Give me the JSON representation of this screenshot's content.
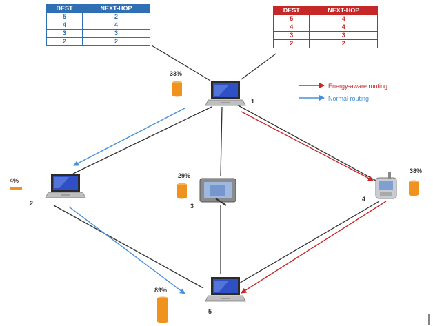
{
  "tables": {
    "normal": {
      "headers": [
        "DEST",
        "NEXT-HOP"
      ],
      "rows": [
        [
          "5",
          "2"
        ],
        [
          "4",
          "4"
        ],
        [
          "3",
          "3"
        ],
        [
          "2",
          "2"
        ]
      ]
    },
    "energy": {
      "headers": [
        "DEST",
        "NEXT-HOP"
      ],
      "rows": [
        [
          "5",
          "4"
        ],
        [
          "4",
          "4"
        ],
        [
          "3",
          "3"
        ],
        [
          "2",
          "2"
        ]
      ]
    }
  },
  "legend": {
    "energy_label": "Energy-aware routing",
    "normal_label": "Normal routing"
  },
  "nodes": {
    "n1": {
      "id": "1",
      "battery": "33%",
      "battery_level": 0.33
    },
    "n2": {
      "id": "2",
      "battery": "4%",
      "battery_level": 0.04
    },
    "n3": {
      "id": "3",
      "battery": "29%",
      "battery_level": 0.29
    },
    "n4": {
      "id": "4",
      "battery": "38%",
      "battery_level": 0.38
    },
    "n5": {
      "id": "5",
      "battery": "89%",
      "battery_level": 0.89
    }
  },
  "colors": {
    "energy": "#c62828",
    "normal": "#4a90d9",
    "link": "#333333",
    "battery": "#f0921e"
  }
}
